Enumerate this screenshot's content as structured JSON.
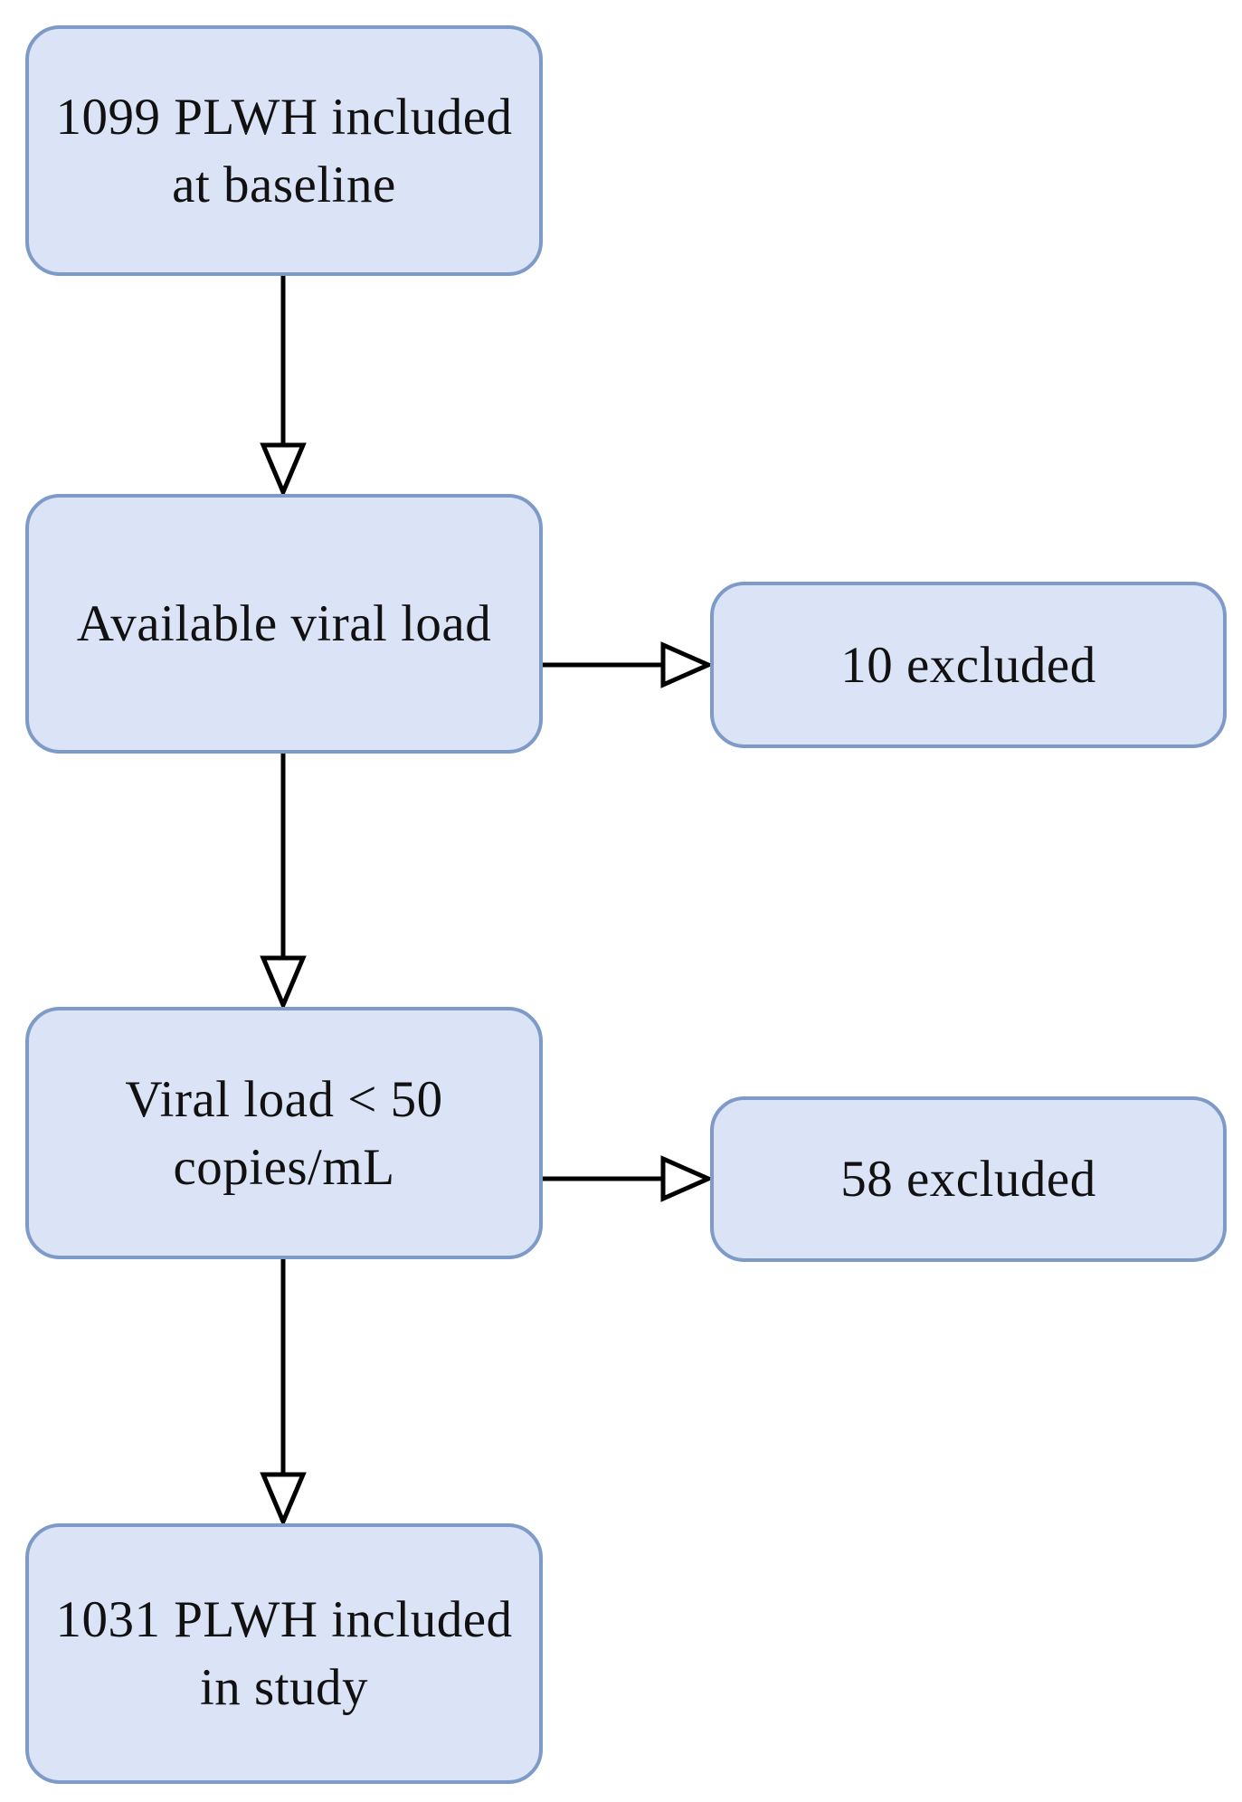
{
  "diagram": {
    "type": "flowchart",
    "nodes": [
      {
        "id": "baseline",
        "lines": [
          "1099 PLWH included",
          "at baseline"
        ]
      },
      {
        "id": "available-viral-load",
        "lines": [
          "Available viral load"
        ]
      },
      {
        "id": "excluded-10",
        "lines": [
          "10 excluded"
        ]
      },
      {
        "id": "viral-load-lt-50",
        "lines": [
          "Viral load < 50",
          "copies/mL"
        ]
      },
      {
        "id": "excluded-58",
        "lines": [
          "58 excluded"
        ]
      },
      {
        "id": "included-in-study",
        "lines": [
          "1031 PLWH included",
          "in study"
        ]
      }
    ],
    "edges": [
      {
        "from": "baseline",
        "to": "available-viral-load",
        "direction": "down"
      },
      {
        "from": "available-viral-load",
        "to": "excluded-10",
        "direction": "right"
      },
      {
        "from": "available-viral-load",
        "to": "viral-load-lt-50",
        "direction": "down"
      },
      {
        "from": "viral-load-lt-50",
        "to": "excluded-58",
        "direction": "right"
      },
      {
        "from": "viral-load-lt-50",
        "to": "included-in-study",
        "direction": "down"
      }
    ]
  },
  "colors": {
    "node_fill": "#dbe4f6",
    "node_border": "#7e9ac9",
    "arrow": "#000000",
    "arrowhead_fill": "#ffffff",
    "text": "#111111",
    "background": "#ffffff"
  }
}
